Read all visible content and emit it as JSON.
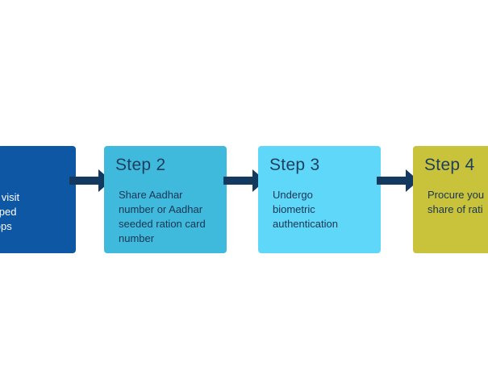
{
  "colors": {
    "step1": "#0d57a4",
    "step2": "#3fbadd",
    "step3": "#5fd7f8",
    "step4": "#c9c23b",
    "arrow": "#133a5e"
  },
  "steps": [
    {
      "title": "p 1",
      "lines": [
        "duals visit",
        " equipped",
        "n Shops"
      ]
    },
    {
      "title": "Step 2",
      "lines": [
        "Share Aadhar",
        "number or Aadhar",
        "seeded ration card",
        "number"
      ]
    },
    {
      "title": "Step 3",
      "lines": [
        "Undergo",
        "biometric",
        "authentication"
      ]
    },
    {
      "title": "Step 4",
      "lines": [
        "Procure you",
        "share of rati"
      ]
    }
  ]
}
